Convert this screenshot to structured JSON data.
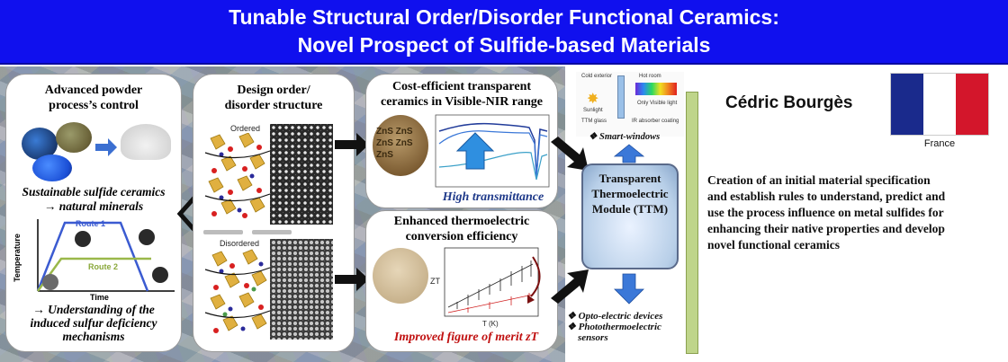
{
  "title": {
    "line1": "Tunable Structural Order/Disorder Functional Ceramics:",
    "line2": "Novel Prospect of Sulfide-based Materials"
  },
  "left_panel": {
    "heading_line1": "Advanced powder",
    "heading_line2": "process’s control",
    "subtitle_line1": "Sustainable sulfide ceramics",
    "subtitle_line2": "→ natural minerals",
    "route1": "Route 1",
    "route2": "Route 2",
    "y_axis": "Temperature",
    "x_axis": "Time",
    "bottom_line1": "→ Understanding of the",
    "bottom_line2": "induced sulfur deficiency",
    "bottom_line3": "mechanisms"
  },
  "center_panel": {
    "heading_line1": "Design order/",
    "heading_line2": "disorder structure",
    "ordered": "Ordered",
    "disordered": "Disordered"
  },
  "transparent_panel": {
    "heading_line1": "Cost-efficient transparent",
    "heading_line2": "ceramics in Visible-NIR range",
    "sample_text": "ZnS ZnS ZnS ZnS ZnS",
    "footer": "High transmittance"
  },
  "thermo_panel": {
    "heading_line1": "Enhanced thermoelectric",
    "heading_line2": "conversion efficiency",
    "ylabel": "ZT",
    "xlabel": "T (K)",
    "footer": "Improved figure of merit zT"
  },
  "ttm": {
    "line1": "Transparent",
    "line2": "Thermoelectric",
    "line3": "Module (TTM)"
  },
  "smart_window": {
    "cold": "Cold exterior",
    "hot": "Hot room",
    "sunlight": "Sunlight",
    "only_visible": "Only Visible light",
    "ttm_glass": "TTM glass",
    "ir_coating": "IR absorber coating",
    "label": "Smart-windows"
  },
  "applications": {
    "item1": "Opto-electric devices",
    "item2": "Photothermoelectric",
    "item3": "sensors"
  },
  "author": {
    "name": "Cédric Bourgès",
    "country": "France"
  },
  "description": {
    "line1": "Creation of an initial material specification",
    "line2": "and establish rules to understand, predict and",
    "line3": "use the process influence on metal sulfides for",
    "line4": "enhancing their native properties and develop",
    "line5": "novel functional  ceramics"
  },
  "colors": {
    "banner": "#1010ee",
    "footer_blue": "#1f3a8a",
    "footer_red": "#c01010",
    "flag_blue": "#1a2a8c",
    "flag_red": "#d3162b",
    "sidebar_green": "#bfd58a"
  }
}
